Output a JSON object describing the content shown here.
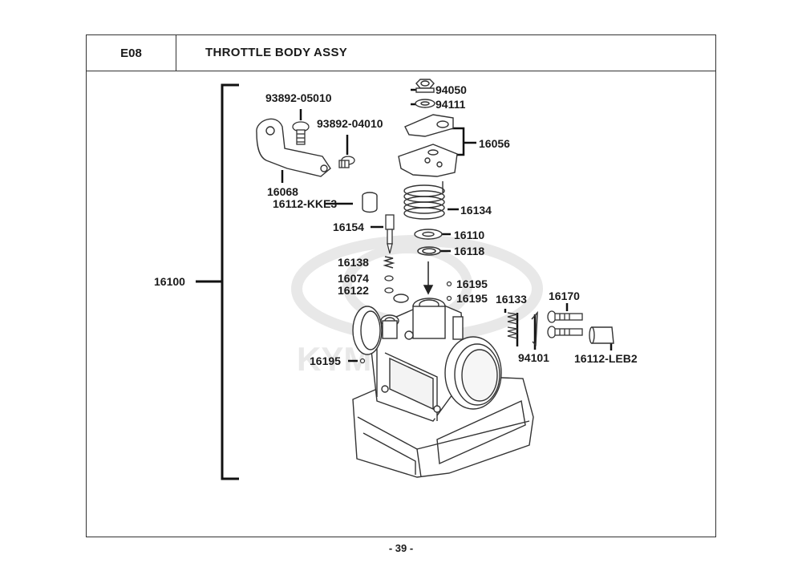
{
  "header": {
    "code": "E08",
    "title": "THROTTLE BODY ASSY"
  },
  "watermark": {
    "text": "KYMCO"
  },
  "labels": {
    "p16100": "16100",
    "p93892_05010": "93892-05010",
    "p93892_04010": "93892-04010",
    "p16068": "16068",
    "p16112_kke3": "16112-KKE3",
    "p16154": "16154",
    "p16138": "16138",
    "p16074": "16074",
    "p16122": "16122",
    "p16195_a": "16195",
    "p16195_b": "16195",
    "p16195_c": "16195",
    "p94050": "94050",
    "p94111": "94111",
    "p16056": "16056",
    "p16134": "16134",
    "p16110": "16110",
    "p16118": "16118",
    "p16133": "16133",
    "p16170": "16170",
    "p94101": "94101",
    "p16112_leb2": "16112-LEB2"
  },
  "footer": {
    "page": "- 39 -"
  }
}
